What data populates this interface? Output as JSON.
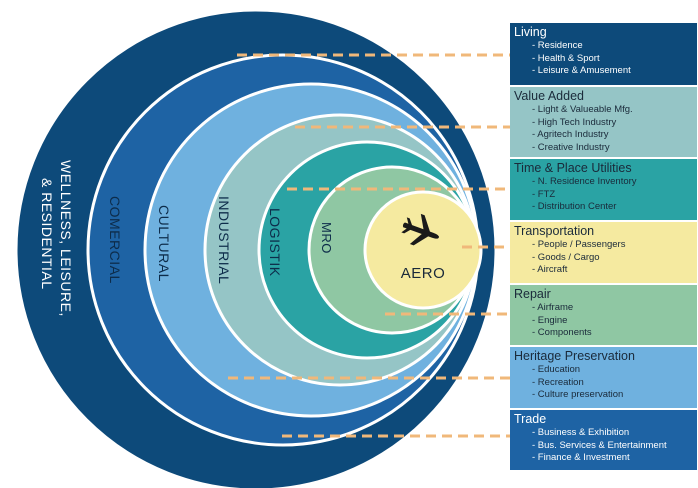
{
  "rings": [
    {
      "label": "WELLNESS, LEISURE,",
      "label2": "& RESIDENTIAL",
      "color": "#0d4a7a"
    },
    {
      "label": "COMERCIAL",
      "color": "#1e63a4"
    },
    {
      "label": "CULTURAL",
      "color": "#6fb1df"
    },
    {
      "label": "INDUSTRIAL",
      "color": "#95c5c6"
    },
    {
      "label": "LOGISTIK",
      "color": "#2aa3a4"
    },
    {
      "label": "MRO",
      "color": "#8fc7a3"
    },
    {
      "label": "AERO",
      "color": "#f5eaa0"
    }
  ],
  "center_icon": "airplane-icon",
  "panels": [
    {
      "title": "Living",
      "items": [
        "- Residence",
        "- Health & Sport",
        "- Leisure & Amusement"
      ],
      "color": "#0d4a7a"
    },
    {
      "title": "Value Added",
      "items": [
        "- Light & Valueable Mfg.",
        "- High Tech Industry",
        "- Agritech Industry",
        "- Creative Industry"
      ],
      "color": "#95c5c6"
    },
    {
      "title": "Time & Place Utilities",
      "items": [
        "- N. Residence Inventory",
        "- FTZ",
        "- Distribution Center"
      ],
      "color": "#2aa3a4"
    },
    {
      "title": "Transportation",
      "items": [
        "- People / Passengers",
        "- Goods / Cargo",
        "- Aircraft"
      ],
      "color": "#f5eaa0"
    },
    {
      "title": "Repair",
      "items": [
        "- Airframe",
        "- Engine",
        "- Components"
      ],
      "color": "#8fc7a3"
    },
    {
      "title": "Heritage Preservation",
      "items": [
        "- Education",
        "- Recreation",
        "- Culture preservation"
      ],
      "color": "#6fb1df"
    },
    {
      "title": "Trade",
      "items": [
        "- Business & Exhibition",
        "- Bus. Services & Entertainment",
        "- Finance & Investment"
      ],
      "color": "#1e63a4"
    }
  ],
  "connector_color": "#f0b87a"
}
